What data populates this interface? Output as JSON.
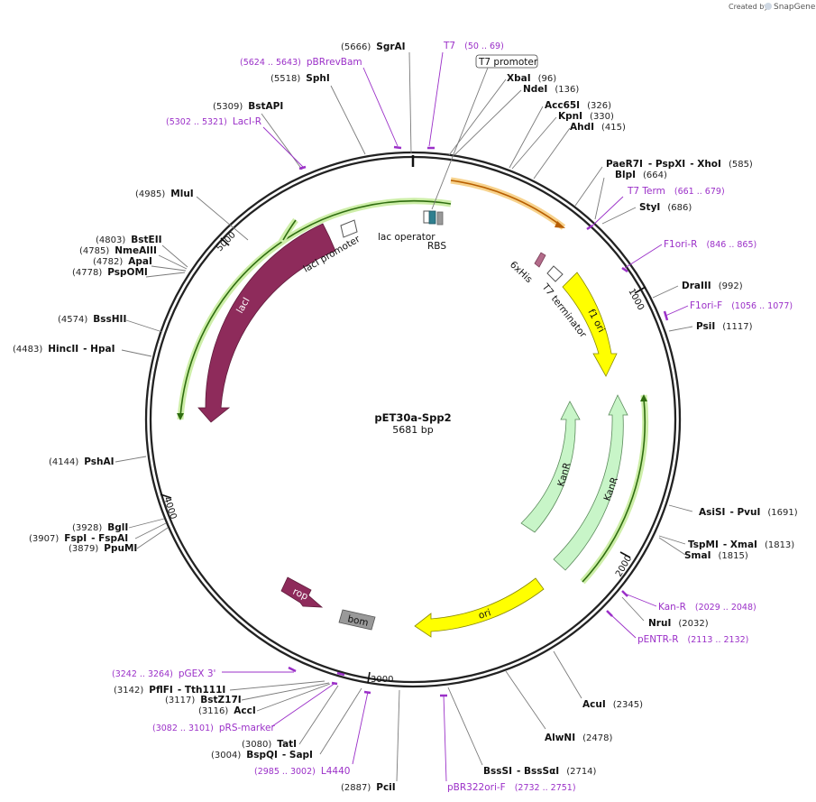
{
  "header": {
    "created_by": "Created by",
    "brand": "SnapGene"
  },
  "plasmid": {
    "name": "pET30a-Spp2",
    "length": "5681 bp"
  },
  "ruler_ticks": [
    "1000",
    "2000",
    "3000",
    "4000",
    "5000"
  ],
  "features": {
    "t7_promoter": "T7 promoter",
    "lac_operator": "lac operator",
    "rbs": "RBS",
    "his6": "6xHis",
    "t7_terminator": "T7 terminator",
    "f1_ori": "f1 ori",
    "kanr_1": "KanR",
    "kanr_2": "KanR",
    "ori": "ori",
    "rop": "rop",
    "bom": "bom",
    "laci": "lacI",
    "laci_promoter": "lacI promoter"
  },
  "enzymes": {
    "sgrai": {
      "pos": "(5666)",
      "name": "SgrAI"
    },
    "sphi": {
      "pos": "(5518)",
      "name": "SphI"
    },
    "bstapi": {
      "pos": "(5309)",
      "name": "BstAPI"
    },
    "mlui": {
      "pos": "(4985)",
      "name": "MluI"
    },
    "bsteii": {
      "pos": "(4803)",
      "name": "BstEII"
    },
    "nmeaiii": {
      "pos": "(4785)",
      "name": "NmeAIII"
    },
    "apai": {
      "pos": "(4782)",
      "name": "ApaI"
    },
    "pspomi": {
      "pos": "(4778)",
      "name": "PspOMI"
    },
    "bsshii": {
      "pos": "(4574)",
      "name": "BssHII"
    },
    "hincii": {
      "pos": "(4483)",
      "name": "HincII",
      "name2": "- HpaI"
    },
    "pshai": {
      "pos": "(4144)",
      "name": "PshAI"
    },
    "bgli": {
      "pos": "(3928)",
      "name": "BglI"
    },
    "fspi": {
      "pos": "(3907)",
      "name": "FspI",
      "name2": "- FspAI"
    },
    "ppumi": {
      "pos": "(3879)",
      "name": "PpuMI"
    },
    "pflfi": {
      "pos": "(3142)",
      "name": "PflFI",
      "name2": "- Tth111I"
    },
    "bstz17i": {
      "pos": "(3117)",
      "name": "BstZ17I"
    },
    "acci": {
      "pos": "(3116)",
      "name": "AccI"
    },
    "tati": {
      "pos": "(3080)",
      "name": "TatI"
    },
    "bspqi": {
      "pos": "(3004)",
      "name": "BspQI",
      "name2": "- SapI"
    },
    "pcii": {
      "pos": "(2887)",
      "name": "PciI"
    },
    "bsssi": {
      "pos": "(2714)",
      "name": "BssSI",
      "name2": "- BssSαI"
    },
    "alwni": {
      "pos": "(2478)",
      "name": "AlwNI"
    },
    "acui": {
      "pos": "(2345)",
      "name": "AcuI"
    },
    "nrui": {
      "pos": "(2032)",
      "name": "NruI"
    },
    "tspmi": {
      "pos": "(1813)",
      "name": "TspMI",
      "name2": "- XmaI"
    },
    "smai": {
      "pos": "(1815)",
      "name": "SmaI"
    },
    "asisi": {
      "pos": "(1691)",
      "name": "AsiSI",
      "name2": "- PvuI"
    },
    "psti": {
      "pos": "(1117)",
      "name": "PsiI"
    },
    "draiii": {
      "pos": "(992)",
      "name": "DraIII"
    },
    "styi": {
      "pos": "(686)",
      "name": "StyI"
    },
    "blpi": {
      "pos": "(664)",
      "name": "BlpI"
    },
    "paer7i": {
      "pos": "(585)",
      "name": "PaeR7I",
      "name2": "- PspXI",
      "name3": "- XhoI"
    },
    "ahdi": {
      "pos": "(415)",
      "name": "AhdI"
    },
    "kpni": {
      "pos": "(330)",
      "name": "KpnI"
    },
    "acc65i": {
      "pos": "(326)",
      "name": "Acc65I"
    },
    "ndei": {
      "pos": "(136)",
      "name": "NdeI"
    },
    "xbai": {
      "pos": "(96)",
      "name": "XbaI"
    }
  },
  "primers": {
    "t7": {
      "name": "T7",
      "range": "(50 .. 69)"
    },
    "pbrrevbam": {
      "name": "pBRrevBam",
      "range": "(5624 .. 5643)"
    },
    "laci_r": {
      "name": "LacI-R",
      "range": "(5302 .. 5321)"
    },
    "t7_term": {
      "name": "T7 Term",
      "range": "(661 .. 679)"
    },
    "f1ori_r": {
      "name": "F1ori-R",
      "range": "(846 .. 865)"
    },
    "f1ori_f": {
      "name": "F1ori-F",
      "range": "(1056 .. 1077)"
    },
    "kan_r": {
      "name": "Kan-R",
      "range": "(2029 .. 2048)"
    },
    "pentr_r": {
      "name": "pENTR-R",
      "range": "(2113 .. 2132)"
    },
    "pbr322ori_f": {
      "name": "pBR322ori-F",
      "range": "(2732 .. 2751)"
    },
    "l4440": {
      "name": "L4440",
      "range": "(2985 .. 3002)"
    },
    "prs_marker": {
      "name": "pRS-marker",
      "range": "(3082 .. 3101)"
    },
    "pgex3": {
      "name": "pGEX 3'",
      "range": "(3242 .. 3264)"
    }
  },
  "colors": {
    "backbone": "#222222",
    "laci": "#8e2b5b",
    "rop": "#8e2b5b",
    "f1_ori": "#ffff00",
    "ori": "#ffff00",
    "kanr": "#c8f5c8",
    "primer": "#9b30c8",
    "orf_green": "#3a9a1a",
    "orf_orange": "#d7831c"
  }
}
